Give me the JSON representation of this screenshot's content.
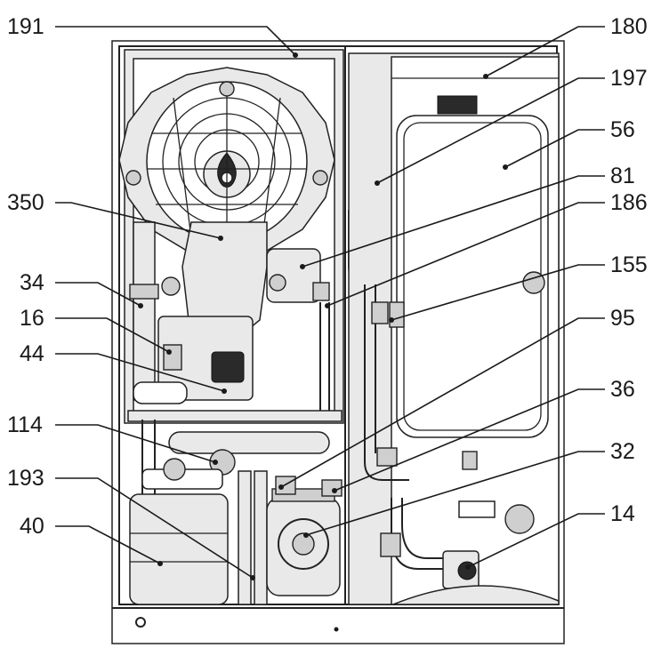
{
  "diagram": {
    "callouts": [
      {
        "id": "191",
        "label": "191"
      },
      {
        "id": "180",
        "label": "180"
      },
      {
        "id": "197",
        "label": "197"
      },
      {
        "id": "56",
        "label": "56"
      },
      {
        "id": "81",
        "label": "81"
      },
      {
        "id": "350",
        "label": "350"
      },
      {
        "id": "186",
        "label": "186"
      },
      {
        "id": "34",
        "label": "34"
      },
      {
        "id": "155",
        "label": "155"
      },
      {
        "id": "16",
        "label": "16"
      },
      {
        "id": "95",
        "label": "95"
      },
      {
        "id": "44",
        "label": "44"
      },
      {
        "id": "36",
        "label": "36"
      },
      {
        "id": "114",
        "label": "114"
      },
      {
        "id": "32",
        "label": "32"
      },
      {
        "id": "193",
        "label": "193"
      },
      {
        "id": "14",
        "label": "14"
      },
      {
        "id": "40",
        "label": "40"
      }
    ]
  }
}
